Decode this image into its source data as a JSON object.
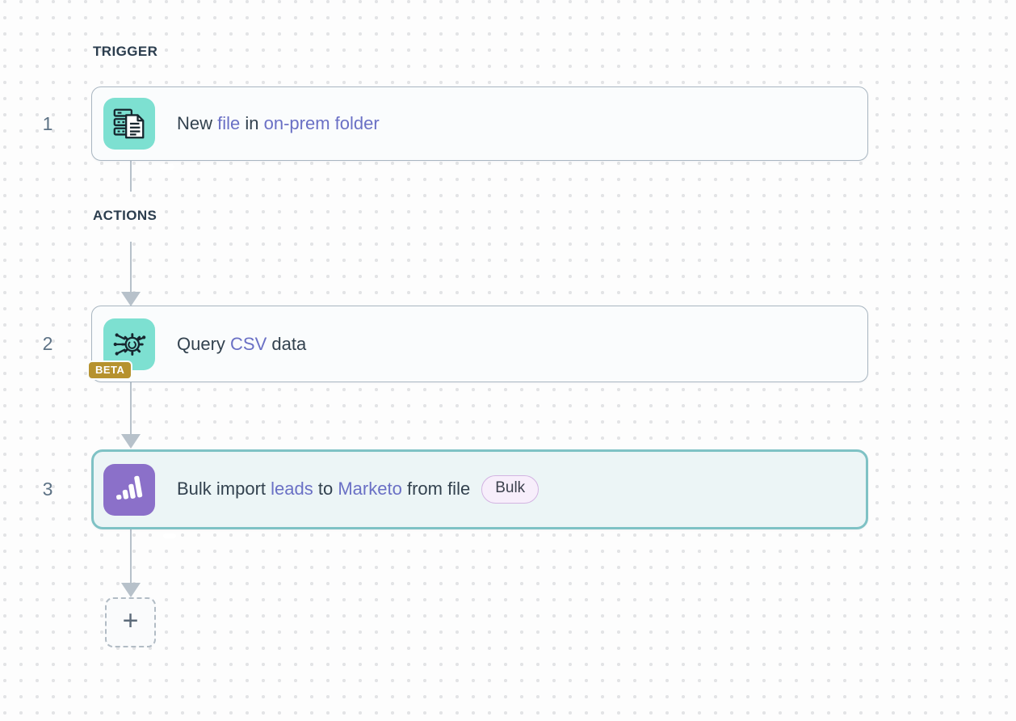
{
  "workflow": {
    "trigger_section_label": "TRIGGER",
    "actions_section_label": "ACTIONS",
    "add_step_button_label": "+",
    "steps": [
      {
        "number": "1",
        "type": "trigger",
        "icon_name": "on-prem-files-icon",
        "icon_bg": "#7de0d1",
        "selected": false,
        "title_parts": [
          {
            "text": "New ",
            "style": "dark"
          },
          {
            "text": "file",
            "style": "link"
          },
          {
            "text": " in ",
            "style": "dark"
          },
          {
            "text": "on-prem folder",
            "style": "link"
          }
        ]
      },
      {
        "number": "2",
        "type": "action",
        "icon_name": "csv-query-gear-icon",
        "icon_bg": "#7de0d1",
        "icon_badge": "BETA",
        "selected": false,
        "title_parts": [
          {
            "text": "Query ",
            "style": "dark"
          },
          {
            "text": "CSV",
            "style": "link"
          },
          {
            "text": " data",
            "style": "dark"
          }
        ]
      },
      {
        "number": "3",
        "type": "action",
        "icon_name": "marketo-icon",
        "icon_bg": "#8b70c9",
        "badge_pill": "Bulk",
        "selected": true,
        "title_parts": [
          {
            "text": "Bulk import ",
            "style": "dark"
          },
          {
            "text": "leads",
            "style": "link"
          },
          {
            "text": " to ",
            "style": "dark"
          },
          {
            "text": "Marketo",
            "style": "link"
          },
          {
            "text": " from file",
            "style": "dark"
          }
        ]
      }
    ]
  },
  "colors": {
    "canvas_bg": "#fdfdfd",
    "grid_dot": "#e3e4e6",
    "section_label_text": "#2b3d4e",
    "step_number_text": "#5d7285",
    "card_bg": "#fafcfd",
    "card_border": "#a9b6c1",
    "selected_card_bg": "#ecf5f6",
    "selected_card_border": "#7fc2c5",
    "title_dark_text": "#33424f",
    "title_link_text": "#6a70c5",
    "icon_teal": "#7de0d1",
    "icon_purple": "#8b70c9",
    "beta_badge_bg": "#b6922e",
    "beta_badge_text": "#ffffff",
    "bulk_pill_bg": "#f7eefb",
    "bulk_pill_border": "#d3b4e2",
    "connector": "#b7c1ca"
  }
}
